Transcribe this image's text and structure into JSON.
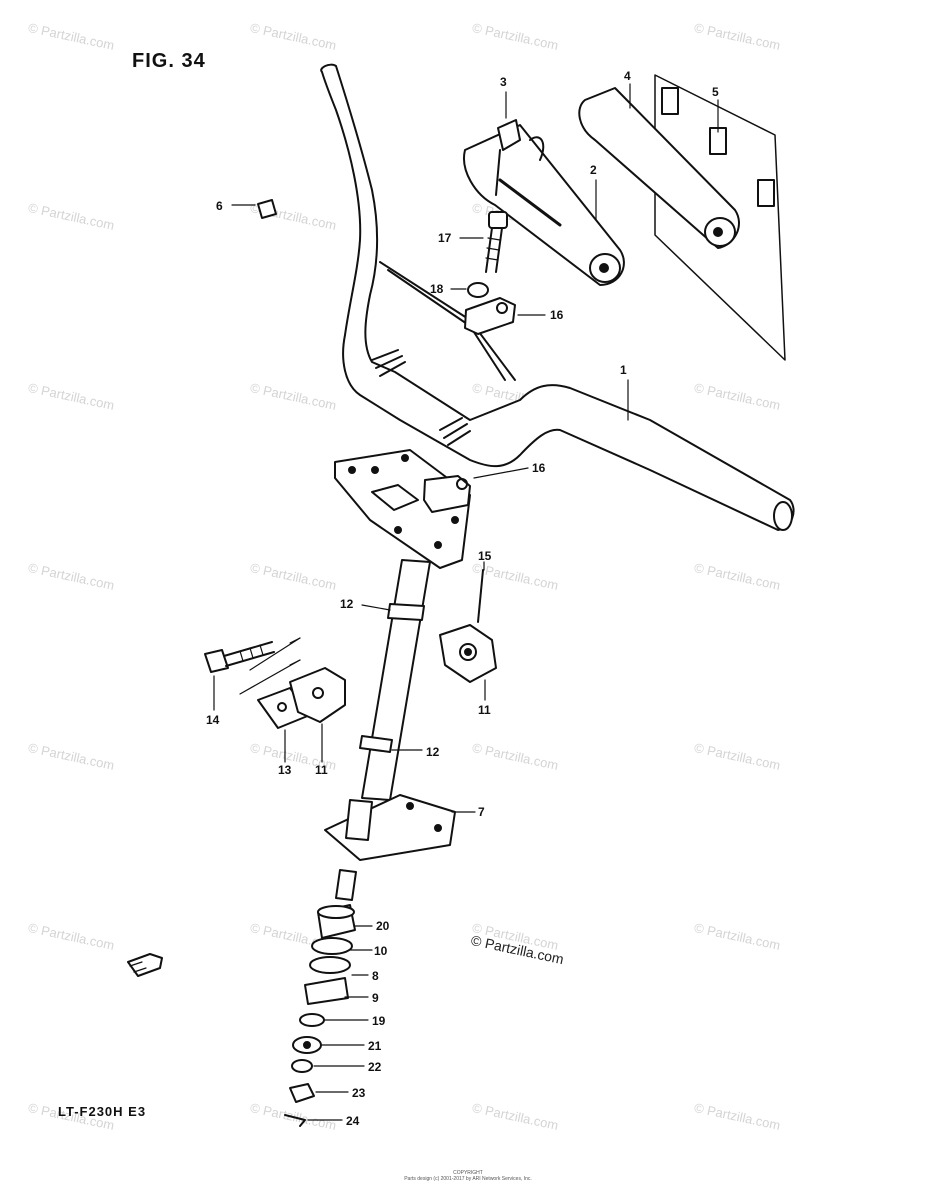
{
  "figure": {
    "title": "FIG. 34",
    "model": "LT-F230H E3"
  },
  "watermark": {
    "text": "© Partzilla.com"
  },
  "copyright_main": "© Partzilla.com",
  "footer": {
    "line1": "COPYRIGHT",
    "line2": "Parts design (c) 2001-2017 by ARI Network Services, Inc."
  },
  "callouts": [
    {
      "id": "c1",
      "label": "1"
    },
    {
      "id": "c2",
      "label": "2"
    },
    {
      "id": "c3",
      "label": "3"
    },
    {
      "id": "c4",
      "label": "4"
    },
    {
      "id": "c5",
      "label": "5"
    },
    {
      "id": "c6",
      "label": "6"
    },
    {
      "id": "c7",
      "label": "7"
    },
    {
      "id": "c8",
      "label": "8"
    },
    {
      "id": "c9",
      "label": "9"
    },
    {
      "id": "c10",
      "label": "10"
    },
    {
      "id": "c11a",
      "label": "11"
    },
    {
      "id": "c11b",
      "label": "11"
    },
    {
      "id": "c12a",
      "label": "12"
    },
    {
      "id": "c12b",
      "label": "12"
    },
    {
      "id": "c13",
      "label": "13"
    },
    {
      "id": "c14",
      "label": "14"
    },
    {
      "id": "c15",
      "label": "15"
    },
    {
      "id": "c16a",
      "label": "16"
    },
    {
      "id": "c16b",
      "label": "16"
    },
    {
      "id": "c17",
      "label": "17"
    },
    {
      "id": "c18",
      "label": "18"
    },
    {
      "id": "c19",
      "label": "19"
    },
    {
      "id": "c20",
      "label": "20"
    },
    {
      "id": "c21",
      "label": "21"
    },
    {
      "id": "c22",
      "label": "22"
    },
    {
      "id": "c23",
      "label": "23"
    },
    {
      "id": "c24",
      "label": "24"
    }
  ]
}
